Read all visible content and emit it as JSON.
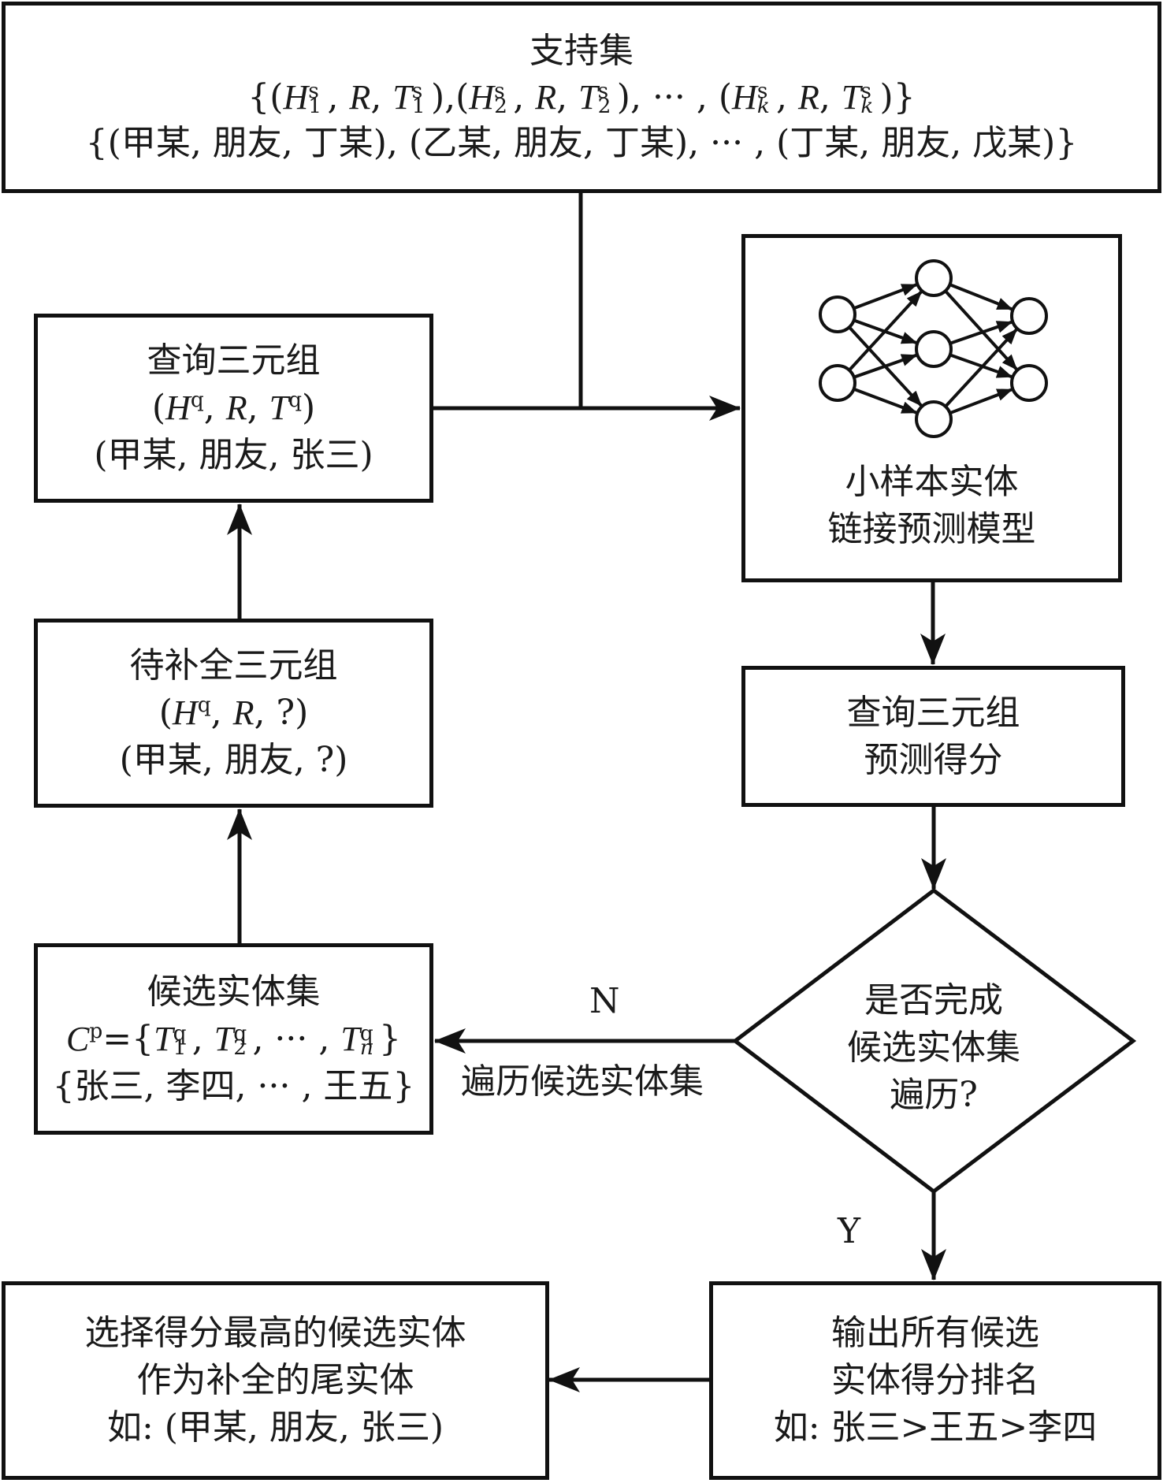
{
  "diagram": {
    "type": "flowchart",
    "support_set": {
      "title": "支持集",
      "formula_prefix": "{(",
      "formula_parts": [
        "H",
        "s",
        "1",
        ", R, ",
        "T",
        "s",
        "1",
        "),(",
        "H",
        "s",
        "2",
        ", R, ",
        "T",
        "s",
        "2",
        "), ··· , (",
        "H",
        "s",
        "k",
        ", R, ",
        "T",
        "s",
        "k",
        ")}"
      ],
      "example": "{(甲某, 朋友, 丁某), (乙某, 朋友, 丁某), ··· , (丁某, 朋友, 戊某)}"
    },
    "query_triple": {
      "title": "查询三元组",
      "formula": "(Hq, R, Tq)",
      "example": "(甲某, 朋友, 张三)"
    },
    "pending_triple": {
      "title": "待补全三元组",
      "formula": "(Hq, R, ?)",
      "example": "(甲某, 朋友, ?)"
    },
    "candidate_set": {
      "title": "候选实体集",
      "formula": "Cp={T1q, T2q, ··· , Tnq}",
      "example": "{张三, 李四, ··· , 王五}"
    },
    "model": {
      "icon": "neural-network-icon",
      "line1": "小样本实体",
      "line2": "链接预测模型"
    },
    "score": {
      "line1": "查询三元组",
      "line2": "预测得分"
    },
    "decision": {
      "line1": "是否完成",
      "line2": "候选实体集",
      "line3": "遍历?",
      "no_label": "N",
      "no_action": "遍历候选实体集",
      "yes_label": "Y"
    },
    "ranking": {
      "line1": "输出所有候选",
      "line2": "实体得分排名",
      "line3": "如: 张三>王五>李四"
    },
    "select": {
      "line1": "选择得分最高的候选实体",
      "line2": "作为补全的尾实体",
      "line3": "如: (甲某, 朋友, 张三)"
    },
    "math_symbols": {
      "H": "H",
      "R": "R",
      "T": "T",
      "C": "C",
      "s": "s",
      "q": "q",
      "p": "p",
      "k": "k",
      "n": "n",
      "one": "1",
      "two": "2",
      "ellipsis": "···",
      "question": "?"
    }
  }
}
